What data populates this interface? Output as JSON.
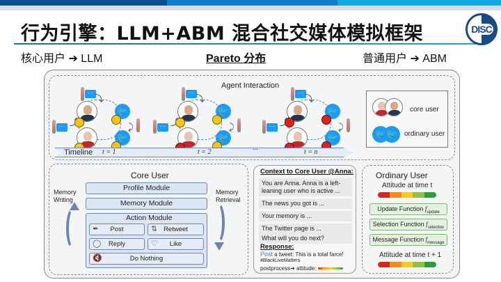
{
  "slide": {
    "title": "行为引擎：LLM+ABM 混合社交媒体模拟框架",
    "logo_text": "DISC",
    "subtitle_left": "核心用户 ➔ LLM",
    "subtitle_mid": "Pareto 分布",
    "subtitle_right": "普通用户 ➔ ABM",
    "top_bar_colors": [
      "#0a4f96",
      "#0f7fcc",
      "#14a8e0"
    ]
  },
  "agent_interaction": {
    "title": "Agent Interaction",
    "timeline_label": "Timeline",
    "timesteps": [
      "t = 1",
      "t = 2",
      "···",
      "t = n"
    ],
    "scenes": [
      {
        "step": "t = 1",
        "core_moods": [
          "yellow",
          "yellow"
        ],
        "ordinary_moods": [
          "yellow",
          "yellow"
        ]
      },
      {
        "step": "t = 2",
        "core_moods": [
          "yellow",
          "red"
        ],
        "ordinary_moods": [
          "yellow",
          "yellow"
        ]
      },
      {
        "step": "t = n",
        "core_moods": [
          "red",
          "red"
        ],
        "ordinary_moods": [
          "red",
          "red"
        ]
      }
    ],
    "legend": {
      "core_user": "core user",
      "ordinary_user": "ordinary user"
    }
  },
  "core_user": {
    "title": "Core User",
    "memory_writing": "Memory Writing",
    "memory_retrieval": "Memory Retrieval",
    "profile_module": "Profile Module",
    "memory_module": "Memory Module",
    "action_module": {
      "title": "Action Module",
      "actions": [
        {
          "label": "Post",
          "icon": "quill-icon"
        },
        {
          "label": "Retweet",
          "icon": "retweet-icon"
        },
        {
          "label": "Reply",
          "icon": "speech-bubble-icon"
        },
        {
          "label": "Like",
          "icon": "heart-icon"
        },
        {
          "label": "Do Nothing",
          "icon": "mute-icon"
        }
      ]
    }
  },
  "context": {
    "title": "Context to Core User @Anna:",
    "items": [
      "You are Anna. Anna is a left-leaning user who is active ...",
      "The news you got is ...",
      "Your memory is ...",
      "The Twitter page is ...",
      "What will you do next?"
    ],
    "response_title": "Response:",
    "response_action": "Post",
    "response_text": " a tweet: This is a total farce!",
    "response_tag": "#BlackLiveMatters",
    "postprocess": "postprocess➔ attitude:"
  },
  "ordinary_user": {
    "title": "Ordinary User",
    "attitude_t": "Attitude at time t",
    "attitude_t1": "Attitude at time t + 1",
    "attitude_colors": [
      "#d8261c",
      "#f08a24",
      "#f5cc1f",
      "#8bc34a",
      "#2e9c3c"
    ],
    "functions": [
      {
        "label": "Update Function ",
        "symbol": "f",
        "sub": "update"
      },
      {
        "label": "Selection Function ",
        "symbol": "f",
        "sub": "selection"
      },
      {
        "label": "Message Function ",
        "symbol": "f",
        "sub": "message"
      }
    ]
  }
}
